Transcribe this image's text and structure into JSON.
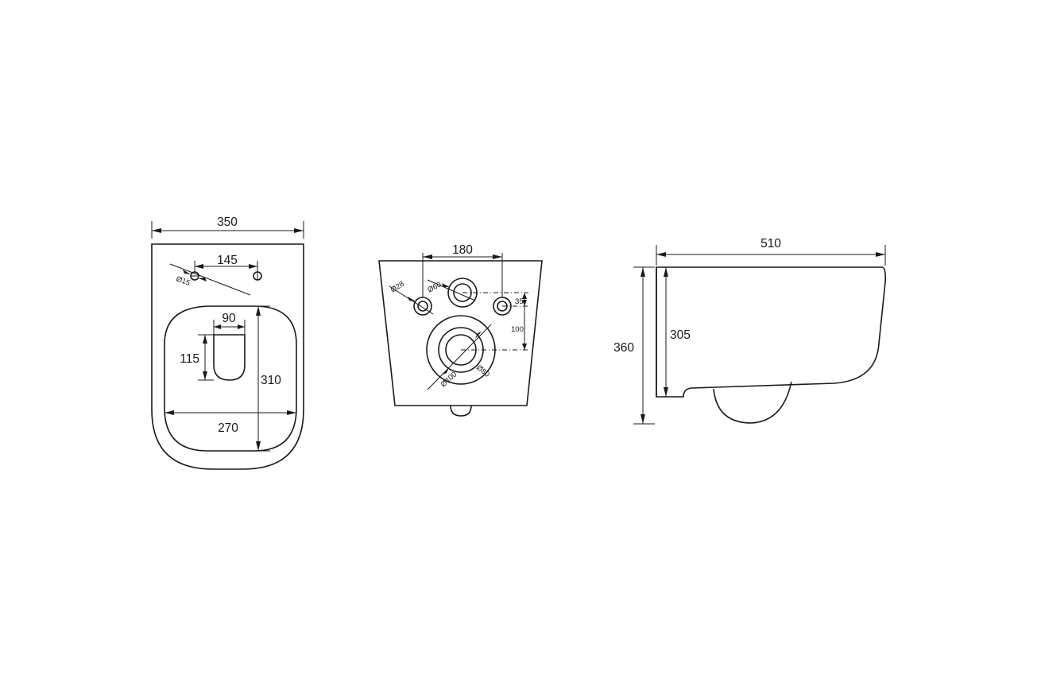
{
  "top_view": {
    "overall_width": "350",
    "hole_spacing": "145",
    "hole_diameter": "Ø15",
    "opening_width": "90",
    "opening_depth": "115",
    "bowl_length": "310",
    "bowl_width": "270"
  },
  "rear_view": {
    "bolt_spacing": "180",
    "bolt_hole_diameter": "Ø28",
    "inlet_diameter": "Ø60",
    "inlet_offset": "35",
    "outlet_offset": "100",
    "outlet_inner_diameter": "Ø80",
    "outlet_outer_diameter": "Ø100"
  },
  "side_view": {
    "overall_length": "510",
    "overall_height": "360",
    "rim_height": "305"
  }
}
